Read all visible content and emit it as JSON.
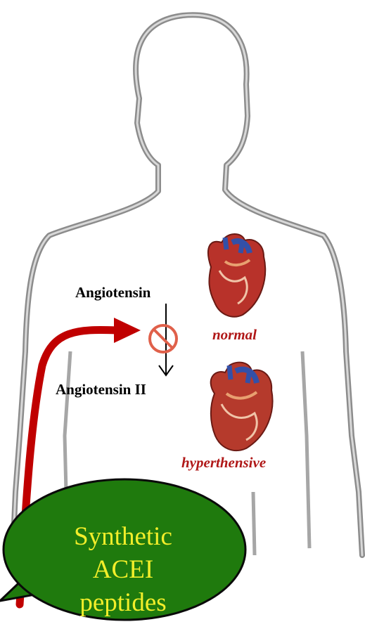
{
  "labels": {
    "angiotensin": "Angiotensin",
    "angiotensin_ii": "Angiotensin II",
    "normal": "normal",
    "hypertensive": "hyperthensive"
  },
  "oval": {
    "lines": [
      "Synthetic",
      "ACEI",
      "peptides"
    ]
  },
  "colors": {
    "body_outline": "#8c8c8c",
    "arrow_red": "#c00000",
    "oval_fill": "#1f7a0d",
    "oval_text": "#f2ee2a",
    "label_red": "#b01818",
    "inhibit_symbol": "#e0604a"
  },
  "icons": [
    "human-body-silhouette",
    "heart-normal-icon",
    "heart-hypertensive-icon",
    "prohibition-icon"
  ]
}
